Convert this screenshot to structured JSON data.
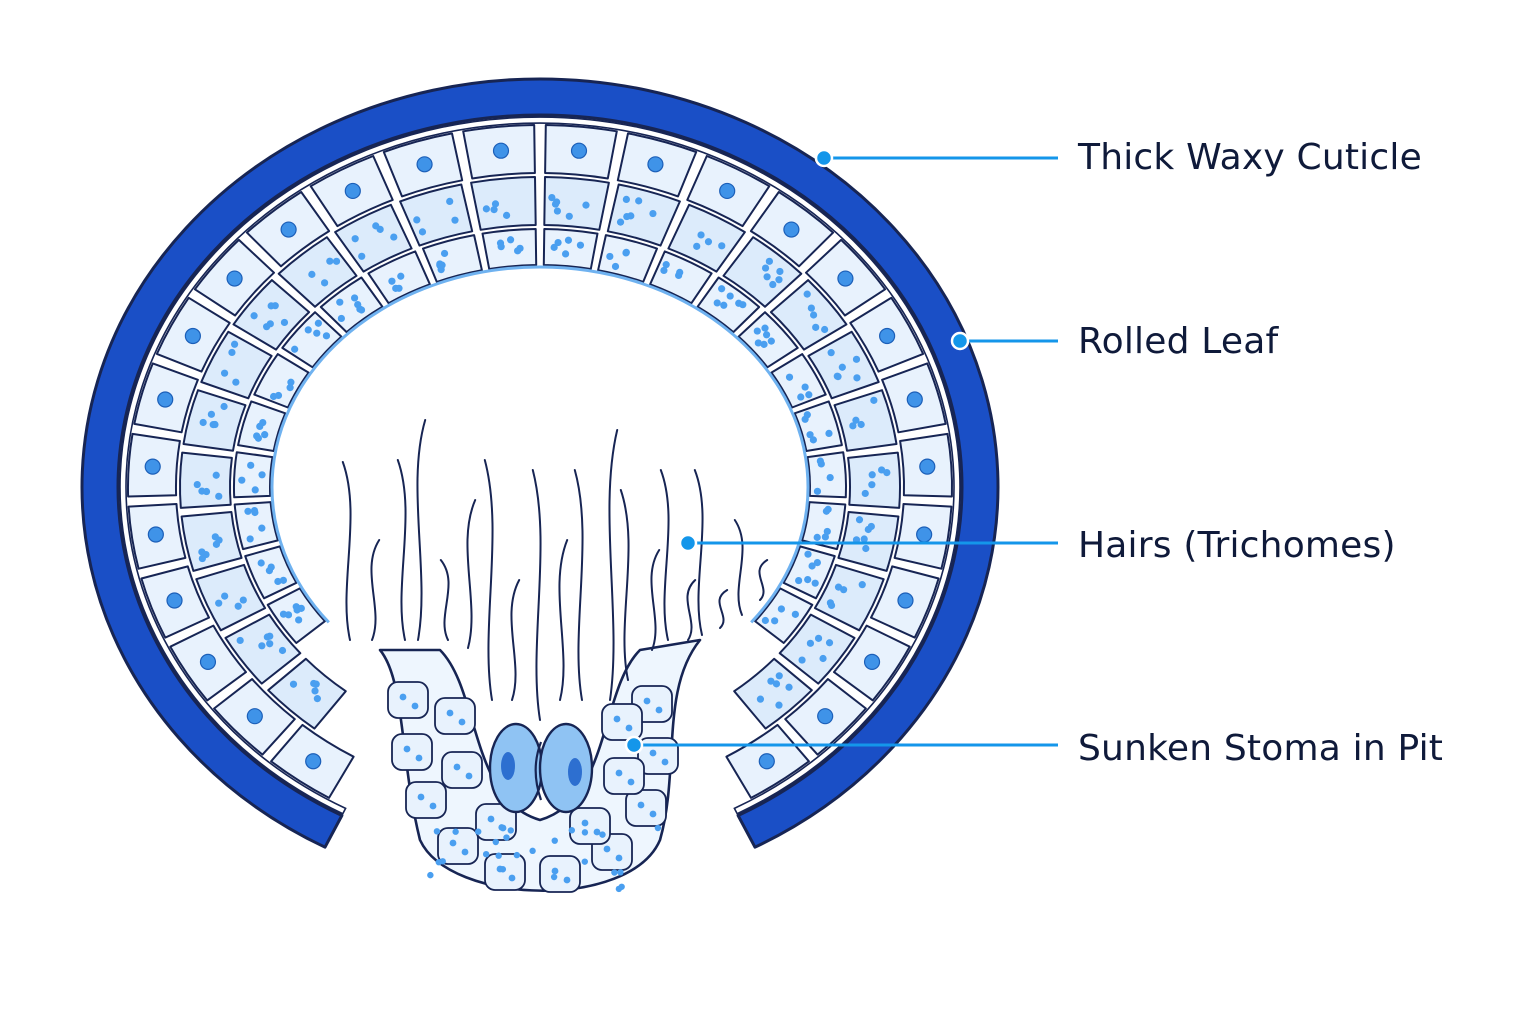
{
  "colors": {
    "cuticle": "#1a4fc6",
    "outline": "#172554",
    "cell_fill": "#e8f2fd",
    "cell_fill_inner": "#dcebfb",
    "nucleus": "#3f93e8",
    "dot": "#4a9ff0",
    "pit_fill": "#eef6fe",
    "guard_cell": "#8fc3f3",
    "callout_line": "#1496ea",
    "label_text": "#0f1a3a"
  },
  "labels": {
    "cuticle": "Thick Waxy Cuticle",
    "rolled_leaf": "Rolled Leaf",
    "hairs": "Hairs (Trichomes)",
    "stoma": "Sunken Stoma in Pit"
  }
}
